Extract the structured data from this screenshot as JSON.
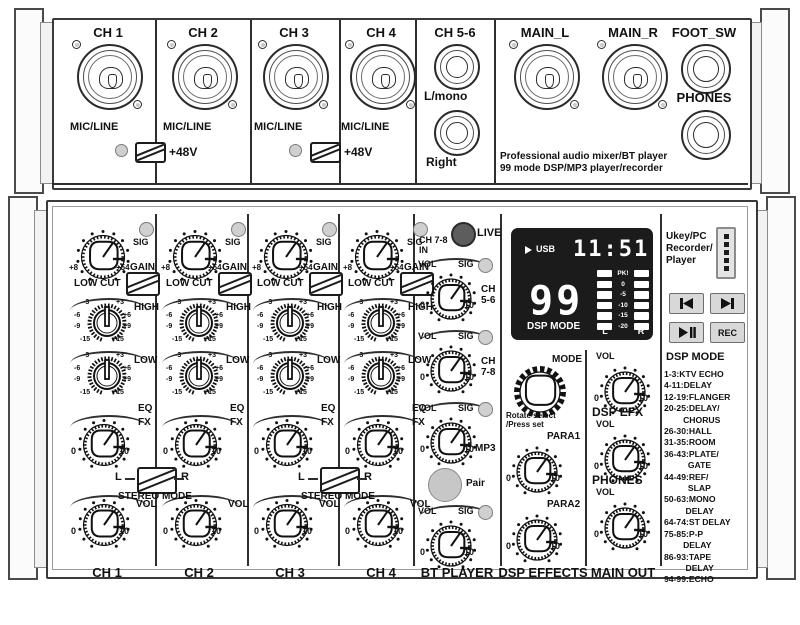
{
  "product": {
    "tagline_line1": "Professional audio mixer/BT player",
    "tagline_line2": "99 mode DSP/MP3 player/recorder"
  },
  "rear_panel": {
    "channels": [
      {
        "name": "CH 1",
        "jack_label": "MIC/LINE",
        "phantom": "+48V",
        "has_phantom_switch": true
      },
      {
        "name": "CH 2",
        "jack_label": "MIC/LINE",
        "phantom": "+48V",
        "has_phantom_switch": false
      },
      {
        "name": "CH 3",
        "jack_label": "MIC/LINE",
        "phantom": "+48V",
        "has_phantom_switch": true
      },
      {
        "name": "CH 4",
        "jack_label": "MIC/LINE",
        "phantom": "+48V",
        "has_phantom_switch": false
      }
    ],
    "phantom_groups": [
      {
        "label": "+48V"
      },
      {
        "label": "+48V"
      }
    ],
    "line_in": {
      "title": "CH 5-6",
      "top_jack": "L/mono",
      "bottom_jack": "Right"
    },
    "main_out": [
      {
        "name": "MAIN_L"
      },
      {
        "name": "MAIN_R"
      }
    ],
    "foot_switch": {
      "name": "FOOT_SW"
    },
    "phones": {
      "name": "PHONES"
    }
  },
  "channel_strip": {
    "sig_label": "SIG",
    "gain": {
      "label": "GAIN",
      "min": "+8",
      "max": "+54"
    },
    "low_cut": {
      "label": "LOW CUT"
    },
    "eq": {
      "group_label": "EQ",
      "bands": [
        {
          "label": "HIGH",
          "ticks": [
            "-15",
            "-9",
            "-6",
            "-3",
            "+3",
            "+6",
            "+9",
            "+15"
          ]
        },
        {
          "label": "LOW",
          "ticks": [
            "-15",
            "-9",
            "-6",
            "-3",
            "+3",
            "+6",
            "+9",
            "+15"
          ]
        }
      ]
    },
    "fx": {
      "label": "FX",
      "min": "0",
      "max": "10"
    },
    "vol": {
      "label": "VOL",
      "min": "0",
      "max": "10"
    },
    "stereo_mode": {
      "label": "STEREO MODE",
      "left": "L",
      "right": "R"
    },
    "names": [
      "CH 1",
      "CH 2",
      "CH 3",
      "CH 4"
    ]
  },
  "bt_player": {
    "section_label": "BT PLAYER",
    "ch78_in": {
      "line1": "CH 7-8",
      "line2": "IN"
    },
    "live_label": "LIVE",
    "pair_label": "Pair",
    "vol_label": "VOL",
    "sig_label": "SIG",
    "min": "0",
    "max": "10",
    "rows": [
      {
        "name_line1": "CH",
        "name_line2": "5-6"
      },
      {
        "name_line1": "CH",
        "name_line2": "7-8"
      },
      {
        "name_line1": "MP3",
        "name_line2": ""
      }
    ]
  },
  "display": {
    "source": "USB",
    "time": "11:51",
    "mode_number": "99",
    "mode_label": "DSP MODE",
    "meter": {
      "scale": [
        "PK!",
        "0",
        "-5",
        "-10",
        "-15",
        "-20"
      ],
      "left_label": "L",
      "right_label": "R"
    }
  },
  "recorder": {
    "label_line1": "Ukey/PC",
    "label_line2": "Recorder/",
    "label_line3": "Player",
    "buttons": [
      {
        "name": "previous-track",
        "glyph": "◀┃"
      },
      {
        "name": "next-track",
        "glyph": "┃▶"
      },
      {
        "name": "play-pause",
        "glyph": "▶▐▐"
      },
      {
        "name": "record",
        "glyph": "REC"
      }
    ]
  },
  "dsp_effects": {
    "section_label": "DSP EFFECTS",
    "mode": {
      "label": "MODE",
      "hint_line1": "Rotate select",
      "hint_line2": "/Press set"
    },
    "para1": {
      "label": "PARA1",
      "min": "0",
      "max": "10"
    },
    "para2": {
      "label": "PARA2",
      "min": "0",
      "max": "10"
    }
  },
  "main_out_section": {
    "section_label": "MAIN OUT",
    "vol_label": "VOL",
    "min": "0",
    "max": "10",
    "knobs": [
      {
        "label": "DSP EFX"
      },
      {
        "label": "PHONES"
      },
      {
        "label": "MAIN OUT"
      }
    ]
  },
  "dsp_mode_list": {
    "title": "DSP MODE",
    "entries": [
      "1-3:KTV ECHO",
      "4-11:DELAY",
      "12-19:FLANGER",
      "20-25:DELAY/",
      "        CHORUS",
      "26-30:HALL",
      "31-35:ROOM",
      "36-43:PLATE/",
      "          GATE",
      "44-49:REF/",
      "          SLAP",
      "50-63:MONO",
      "         DELAY",
      "64-74:ST DELAY",
      "75-85:P-P",
      "        DELAY",
      "86-93:TAPE",
      "         DELAY",
      "94-99:ECHO"
    ]
  },
  "colors": {
    "ink": "#1c1c1c",
    "panel": "#ffffff",
    "lcd_bg": "#1b1b1b",
    "lcd_fg": "#ffffff",
    "led_off": "#d0d0d0",
    "button_face": "#d8d8d8"
  }
}
